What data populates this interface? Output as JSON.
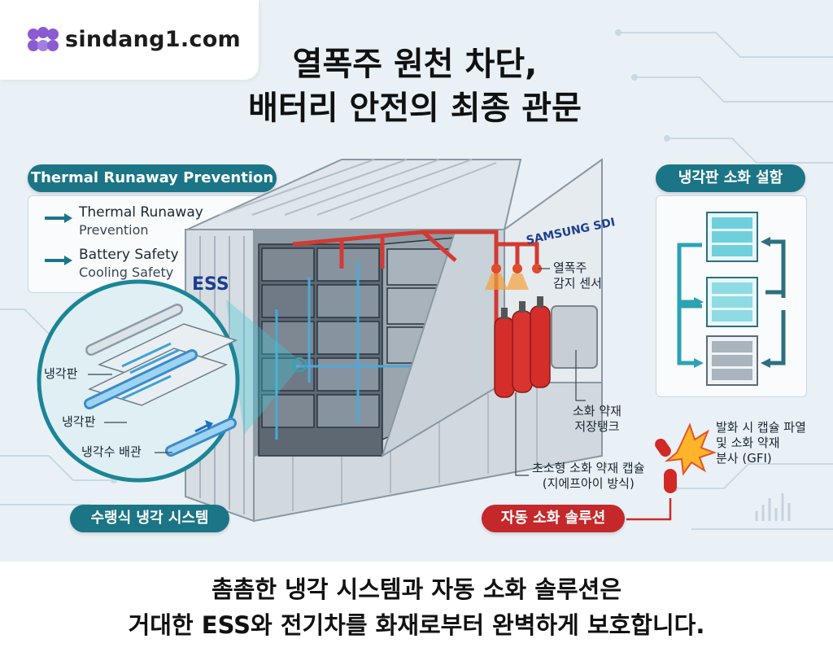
{
  "brand": {
    "site": "sindang1.com",
    "logo_icon": "grape-cluster-icon",
    "logo_color": "#8a5cd0"
  },
  "title": {
    "line1": "열폭주 원천 차단,",
    "line2": "배터리 안전의 최종 관문"
  },
  "left_panel": {
    "header": "Thermal Runaway Prevention",
    "items": [
      {
        "line1": "Thermal Runaway",
        "line2": "Prevention"
      },
      {
        "line1": "Battery Safety",
        "line2": "Cooling Safety"
      }
    ]
  },
  "right_panel": {
    "header": "냉각판 소화 설함"
  },
  "container": {
    "ess_label": "ESS",
    "brand_label": "SAMSUNG SDI"
  },
  "callouts": {
    "cooling_plate_1": "냉각판",
    "cooling_plate_2": "냉각판",
    "coolant_pipe": "냉각수 배관",
    "sensor_line1": "열폭주",
    "sensor_line2": "감지 센서",
    "tank_line1": "소화 약재",
    "tank_line2": "저장탱크",
    "capsule_line1": "초소형 소화 약재 캡슐",
    "capsule_line2": "(지에프아이 방식)",
    "burst_line1": "발화 시 캡슐 파열",
    "burst_line2": "및 소화 약재",
    "burst_line3": "분사 (GFI)"
  },
  "badges": {
    "water_cooling": "수랭식 냉각 시스템",
    "auto_fire": "자동 소화 솔루션"
  },
  "footer": {
    "line1": "촘촘한 냉각 시스템과 자동 소화 솔루션은",
    "line2": "거대한 ESS와 전기차를 화재로부터 완벽하게 보호합니다."
  },
  "colors": {
    "teal": "#1b7586",
    "red": "#c4282b",
    "navy": "#1d3f8f",
    "background": "#e9f1f6"
  }
}
